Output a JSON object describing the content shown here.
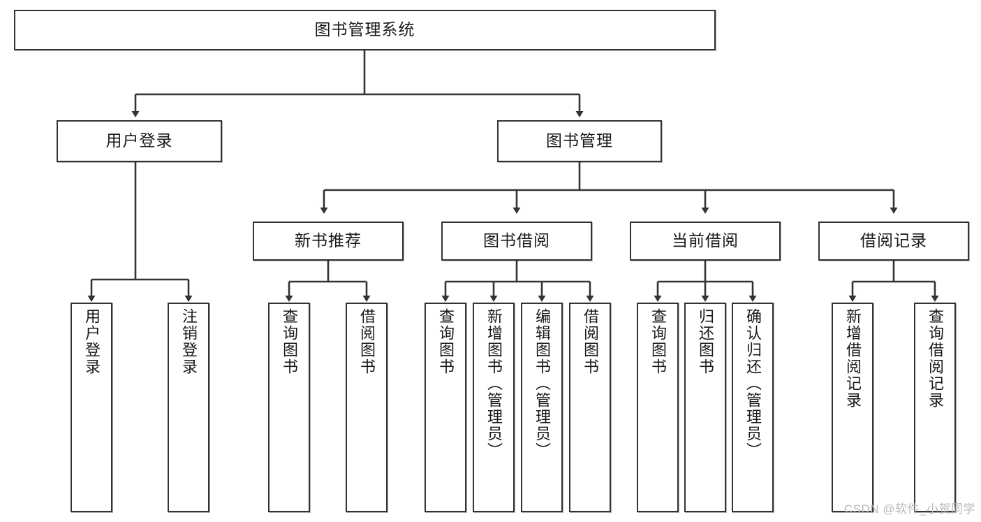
{
  "diagram": {
    "title": "图书管理系统",
    "type": "tree-hierarchy-flowchart",
    "watermark": "CSDN @软件_小贺同学",
    "colors": {
      "stroke": "#333333",
      "fill": "#ffffff",
      "text": "#1a1a1a",
      "watermark": "#b9b9b9"
    },
    "levels": {
      "root": {
        "label": "图书管理系统"
      },
      "level2": [
        {
          "label": "用户登录"
        },
        {
          "label": "图书管理"
        }
      ],
      "level3": [
        {
          "label": "新书推荐"
        },
        {
          "label": "图书借阅"
        },
        {
          "label": "当前借阅"
        },
        {
          "label": "借阅记录"
        }
      ],
      "leaves": {
        "user_login": [
          {
            "label": "用户登录"
          },
          {
            "label": "注销登录"
          }
        ],
        "new_book_recommend": [
          {
            "label": "查询图书"
          },
          {
            "label": "借阅图书"
          }
        ],
        "book_borrow": [
          {
            "label": "查询图书"
          },
          {
            "label": "新增图书（管理员）"
          },
          {
            "label": "编辑图书（管理员）"
          },
          {
            "label": "借阅图书"
          }
        ],
        "current_borrow": [
          {
            "label": "查询图书"
          },
          {
            "label": "归还图书"
          },
          {
            "label": "确认归还（管理员）"
          }
        ],
        "borrow_records": [
          {
            "label": "新增借阅记录"
          },
          {
            "label": "查询借阅记录"
          }
        ]
      }
    }
  }
}
